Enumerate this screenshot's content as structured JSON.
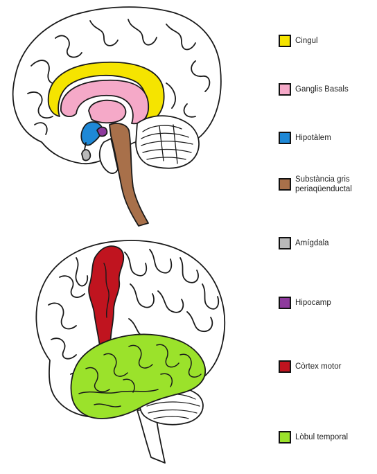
{
  "legend": [
    {
      "label": "Cingul",
      "color": "#F5E400"
    },
    {
      "label": "Ganglis Basals",
      "color": "#F5A9C8"
    },
    {
      "label": "Hipotàlem",
      "color": "#1E88D6"
    },
    {
      "label": "Substància gris\nperiaqüenductal",
      "color": "#A8704A"
    },
    {
      "label": "Amígdala",
      "color": "#B9B9B9"
    },
    {
      "label": "Hipocamp",
      "color": "#8E3A9D"
    },
    {
      "label": "Còrtex motor",
      "color": "#C0141F"
    },
    {
      "label": "Lòbul temporal",
      "color": "#9BE22B"
    }
  ],
  "colors": {
    "outline": "#1a1a1a",
    "cerebellum_fill": "#ffffff",
    "brainstem_fill": "#ffffff"
  }
}
